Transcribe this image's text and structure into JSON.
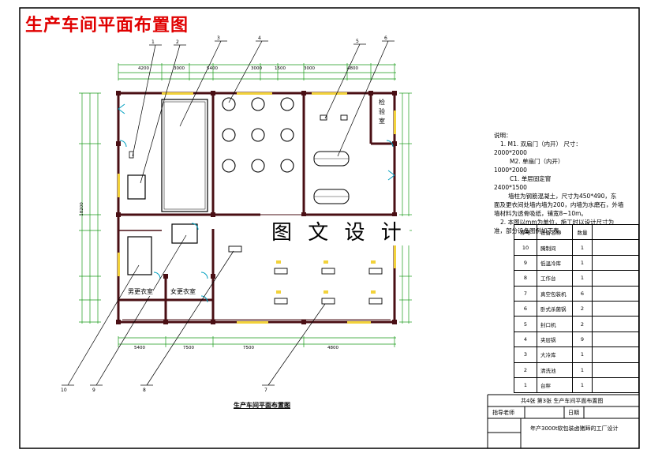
{
  "title": "生产车间平面布置图",
  "watermark": "图 文 设 计",
  "plan_caption": "生产车间平面布置图",
  "callouts": [
    "1",
    "2",
    "3",
    "4",
    "5",
    "6",
    "7",
    "8",
    "9",
    "10"
  ],
  "rooms": {
    "inspection": "检\n验\n室",
    "mens_locker": "男更衣室",
    "womens_locker": "女更衣室"
  },
  "dimensions": {
    "top": [
      "4200",
      "3000",
      "5400",
      "3000",
      "1500",
      "3000",
      "4800"
    ],
    "bottom": [
      "5400",
      "7500",
      "7500",
      "4800"
    ],
    "left_total": "18200"
  },
  "notes": {
    "heading": "说明：",
    "lines": [
      "1. M1. 双扇门（内开）          尺寸：",
      "2000*2000",
      "M2. 单扇门（内开）",
      "1000*2000",
      "C1. 单层固定窗",
      "2400*1500",
      "墙柱为钢筋混凝土，尺寸为450*490，东",
      "面及更衣间处墙内墙为200，内墙为水磨石，外墙",
      "墙材料为透骨吸纸，铺宽8~10m。",
      "2. 本图以mm为单位，施工时以设计尺寸为",
      "准，部分设备图例如下表。"
    ]
  },
  "equipment_table": {
    "headers": [
      "序号",
      "设备名称",
      "数量"
    ],
    "rows": [
      [
        "10",
        "腌制间",
        "1"
      ],
      [
        "9",
        "低温冷库",
        "1"
      ],
      [
        "8",
        "工作台",
        "1"
      ],
      [
        "7",
        "真空包装机",
        "6"
      ],
      [
        "6",
        "卧式杀菌锅",
        "2"
      ],
      [
        "5",
        "封口机",
        "2"
      ],
      [
        "4",
        "夹层锅",
        "9"
      ],
      [
        "3",
        "大冷库",
        "1"
      ],
      [
        "2",
        "清洗池",
        "1"
      ],
      [
        "1",
        "台秤",
        "1"
      ]
    ]
  },
  "title_block": {
    "sheet_info": "共4张  第3张  生产车间平面布置图",
    "advisor": "指导老师",
    "date_label": "日期",
    "project": "年产3000t软包装卤猪蹄的工厂设计"
  },
  "colors": {
    "wall": "#4a0f14",
    "dim": "#1a9a1a",
    "callout": "#000000",
    "door": "#00a0c0",
    "title": "#e00000",
    "fixture": "#c8a000"
  }
}
